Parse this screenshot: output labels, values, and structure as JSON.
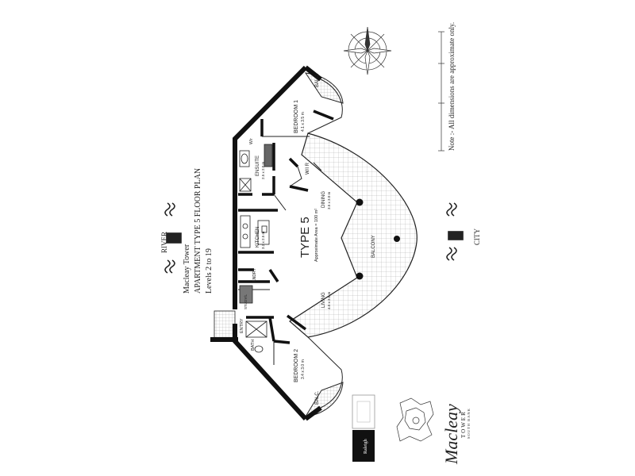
{
  "header": {
    "building": "Macleay Tower",
    "plan_title": "APARTMENT TYPE 5 FLOOR PLAN",
    "levels": "Levels 2 to 19"
  },
  "orientation": {
    "river": "RIVER",
    "city": "CITY",
    "note": "Note :- All dimensions are approximate only."
  },
  "apartment": {
    "type": "TYPE 5",
    "area": "Approximate Area = 100 m²"
  },
  "rooms": {
    "bedroom1": {
      "name": "BEDROOM 1",
      "dims": "4.1 x 3.5 m"
    },
    "bedroom2": {
      "name": "BEDROOM 2",
      "dims": "3.4 x 3.0 m"
    },
    "living": {
      "name": "LIVING",
      "dims": "4.5 x 3.8 m"
    },
    "dining": {
      "name": "DINING",
      "dims": "3.5 x 3.0 m"
    },
    "kitchen": {
      "name": "KITCHEN",
      "dims": "3.2 x 2.5 m"
    },
    "ensuite": {
      "name": "ENSUITE",
      "dims": "2.5 x 2.0 m"
    },
    "balcony": "BALCONY",
    "balc_top": "BALC.",
    "balc_bottom": "BALC.",
    "wir": "W/I R",
    "entry": "ENTRY",
    "bath": "BATH",
    "lndry": "LNDRY",
    "wr": "WR",
    "wir_small": "W/r",
    "stud": "STUDY/L"
  },
  "branding": {
    "logo_script": "Macleay",
    "logo_tower": "TOWER",
    "logo_sub": "SOUTH BANK",
    "badge": "Raleigh"
  }
}
